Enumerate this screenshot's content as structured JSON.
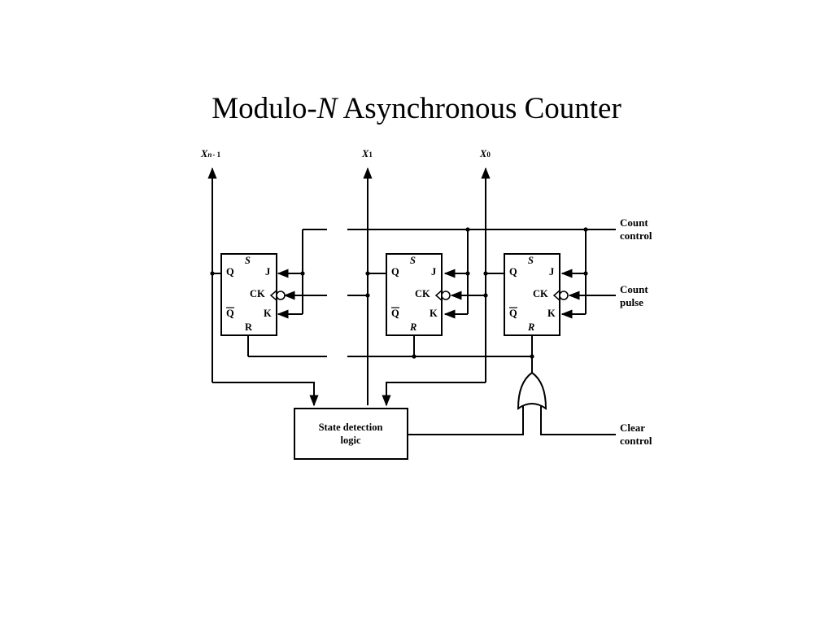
{
  "title": {
    "prefix": "Modulo-",
    "variable": "N",
    "suffix": " Asynchronous Counter"
  },
  "outputs": [
    {
      "var": "X",
      "sub_var": "n",
      "sub_rest": "- 1"
    },
    {
      "var": "X",
      "sub_var": "",
      "sub_rest": "1"
    },
    {
      "var": "X",
      "sub_var": "",
      "sub_rest": "0"
    }
  ],
  "flip_flop_pins": {
    "q": "Q",
    "qbar": "Q",
    "j": "J",
    "k": "K",
    "ck": "CK",
    "s": "S",
    "r": "R"
  },
  "inputs": {
    "count_control": [
      "Count",
      "control"
    ],
    "count_pulse": [
      "Count",
      "pulse"
    ],
    "clear_control": [
      "Clear",
      "control"
    ]
  },
  "state_logic": [
    "State detection",
    "logic"
  ]
}
